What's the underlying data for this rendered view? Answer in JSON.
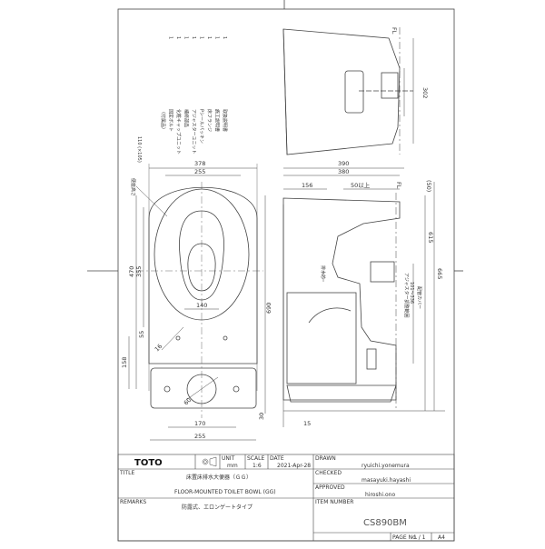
{
  "title_block": {
    "logo": "TOTO",
    "unit_label": "UNIT",
    "unit_value": "mm",
    "scale_label": "SCALE",
    "scale_value": "1:6",
    "date_label": "DATE",
    "date_value": "2021-Apr-28",
    "drawn_label": "DRAWN",
    "drawn_value": "ryuichi.yonemura",
    "checked_label": "CHECKED",
    "checked_value": "masayuki.hayashi",
    "approved_label": "APPROVED",
    "approved_value": "hiroshi.ono",
    "title_label": "TITLE",
    "title_jp": "床置床排水大便器（ＧＧ）",
    "title_en": "FLOOR-MOUNTED TOILET BOWL (GG)",
    "remarks_label": "REMARKS",
    "remarks_value": "防露式、エロンゲートタイプ",
    "item_number_label": "ITEM NUMBER",
    "item_number": "CS890BM",
    "page_label": "PAGE No.",
    "page_value": "1 / 1",
    "sheet_size": "A4"
  },
  "parts_list": [
    {
      "name": "〈付属品〉",
      "qty": ""
    },
    {
      "name": "固定ボルト",
      "qty": "1"
    },
    {
      "name": "化粧キャップユニット",
      "qty": "1"
    },
    {
      "name": "補修部品",
      "qty": "1"
    },
    {
      "name": "アジャスターユニット",
      "qty": "1"
    },
    {
      "name": "Pシールパッキン",
      "qty": "1"
    },
    {
      "name": "床フランジ",
      "qty": "1"
    },
    {
      "name": "施工説明書",
      "qty": "1"
    },
    {
      "name": "取扱説明書",
      "qty": "1"
    }
  ],
  "dimensions": {
    "plan": {
      "d378": "378",
      "d255_top": "255",
      "d470": "470",
      "d355": "355",
      "d140": "140",
      "d55": "55",
      "d16": "16",
      "d158": "158",
      "d690": "690",
      "d30": "30",
      "d170": "170",
      "d255_bottom": "255",
      "d15": "15",
      "d60": "60",
      "seat_height_label": "便座高さ",
      "seat_height_value": "110 (×105)"
    },
    "tank_side": {
      "d302": "302",
      "fl": "FL"
    },
    "side": {
      "d390": "390",
      "d380": "380",
      "d156": "156",
      "d50up": "50以上",
      "d50": "(50)",
      "d615": "615",
      "d665": "665",
      "adjuster_label": "アジャスター調整範囲",
      "adjuster_value": "101〜336",
      "drain_label": "配管カバー",
      "fl": "FL",
      "note_label": "排水芯"
    }
  }
}
